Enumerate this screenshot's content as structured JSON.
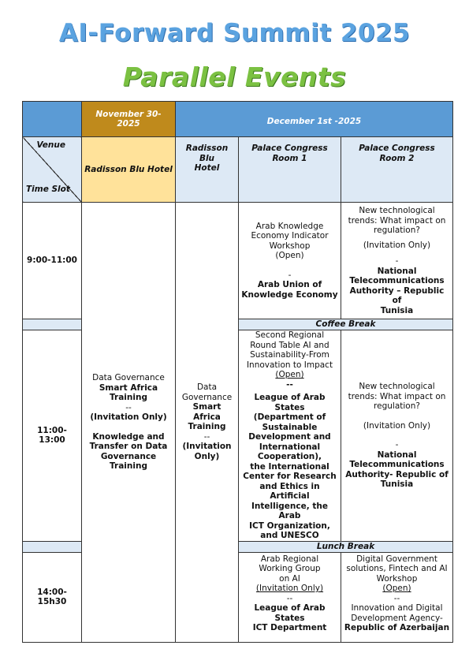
{
  "title": {
    "line1": "AI-Forward Summit 2025",
    "line2": "Parallel Events"
  },
  "colors": {
    "title1": "#5ba3e0",
    "title2": "#7bc142",
    "header_blue": "#5b9bd5",
    "header_brown": "#bf8a1c",
    "venue_yellow": "#ffe29a",
    "venue_pale": "#dde9f5"
  },
  "header": {
    "date1": "November 30- 2025",
    "date2": "December 1st -2025"
  },
  "venues": {
    "corner_venue": "Venue",
    "corner_time": "Time Slot",
    "v1": "Radisson Blu Hotel",
    "v2_line1": "Radisson Blu",
    "v2_line2": "Hotel",
    "v3_line1": "Palace Congress",
    "v3_line2": "Room 1",
    "v4_line1": "Palace Congress",
    "v4_line2": "Room 2"
  },
  "slots": {
    "s1": "9:00-11:00",
    "s2": "11:00-13:00",
    "s3": "14:00-15h30"
  },
  "breaks": {
    "coffee": "Coffee Break",
    "lunch": "Lunch Break"
  },
  "nov30": {
    "l1": "Data Governance",
    "l2": "Smart Africa",
    "l3": "Training",
    "l4": "--",
    "l5": "(Invitation Only)",
    "l6": "Knowledge and",
    "l7": "Transfer on Data",
    "l8": "Governance",
    "l9": "Training"
  },
  "dec1_radisson": {
    "l1": "Data",
    "l2": "Governance",
    "l3": "Smart Africa",
    "l4": "Training",
    "l5": "--",
    "l6": "(Invitation",
    "l7": "Only)"
  },
  "room1_s1": {
    "l1": "Arab Knowledge",
    "l2": "Economy Indicator",
    "l3": "Workshop",
    "l4": "(Open)",
    "l5": "-",
    "l6": "Arab Union of",
    "l7": "Knowledge Economy"
  },
  "room2_s1": {
    "l1": "New technological",
    "l2": "trends: What impact on",
    "l3": "regulation?",
    "l4": "(Invitation Only)",
    "l5": "-",
    "l6": "National",
    "l7": "Telecommunications",
    "l8": "Authority – Republic of",
    "l9": "Tunisia"
  },
  "room1_s2": {
    "l1": "Second Regional",
    "l2": "Round Table AI and",
    "l3": "Sustainability-From",
    "l4": "Innovation to Impact",
    "l5": "(Open)",
    "l6": "--",
    "l7": "League of Arab States",
    "l8": "(Department of",
    "l9": "Sustainable",
    "l10": "Development and",
    "l11": "International",
    "l12": "Cooperation),",
    "l13": "the International",
    "l14": "Center for Research",
    "l15": "and Ethics in Artificial",
    "l16": "Intelligence, the Arab",
    "l17": "ICT Organization,",
    "l18": "and UNESCO"
  },
  "room2_s2": {
    "l1": "New technological",
    "l2": "trends: What impact on",
    "l3": "regulation?",
    "l4": "(Invitation Only)",
    "l5": "-",
    "l6": "National",
    "l7": "Telecommunications",
    "l8": "Authority- Republic of",
    "l9": "Tunisia"
  },
  "room1_s3": {
    "l1": "Arab Regional",
    "l2": "Working Group",
    "l3": "on AI",
    "l4": "(Invitation Only)",
    "l5": "--",
    "l6": "League of Arab States",
    "l7": "ICT Department"
  },
  "room2_s3": {
    "l1": "Digital Government",
    "l2": "solutions, Fintech and AI",
    "l3": "Workshop",
    "l4": "(Open)",
    "l5": "--",
    "l6": "Innovation and Digital",
    "l7": "Development Agency-",
    "l8": "Republic of Azerbaijan"
  }
}
